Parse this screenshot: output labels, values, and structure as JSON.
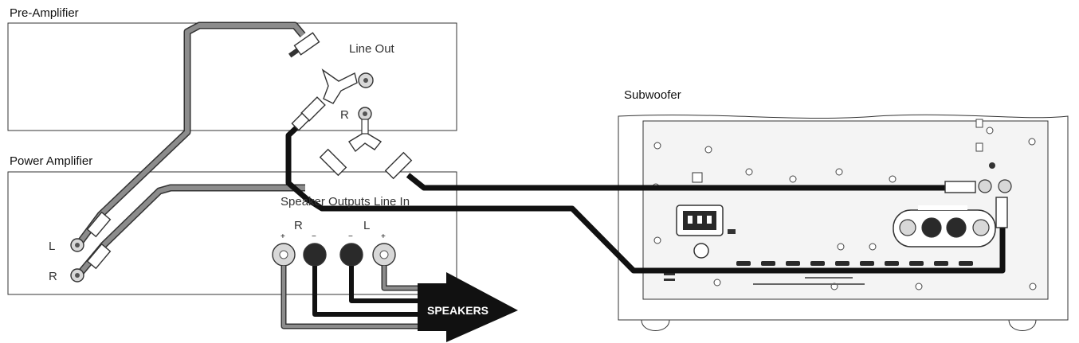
{
  "labels": {
    "pre_amplifier": "Pre-Amplifier",
    "power_amplifier": "Power Amplifier",
    "subwoofer": "Subwoofer",
    "line_out": "Line Out",
    "r_preamp": "R",
    "speaker_outputs": "Speaker Outputs",
    "line_in": "Line In",
    "l_input": "L",
    "r_input": "R",
    "r_outputs": "R",
    "l_outputs": "L",
    "speakers": "SPEAKERS",
    "plus_left": "+",
    "minus_left": "−",
    "minus_right": "−",
    "plus_right": "+"
  },
  "colors": {
    "cable_grey": "#8c8c8c",
    "cable_black": "#111111",
    "panel_stroke": "#333333",
    "terminal_light": "#d8d8d8",
    "terminal_dark": "#2a2a2a",
    "subwoofer_face": "#f4f4f4"
  }
}
